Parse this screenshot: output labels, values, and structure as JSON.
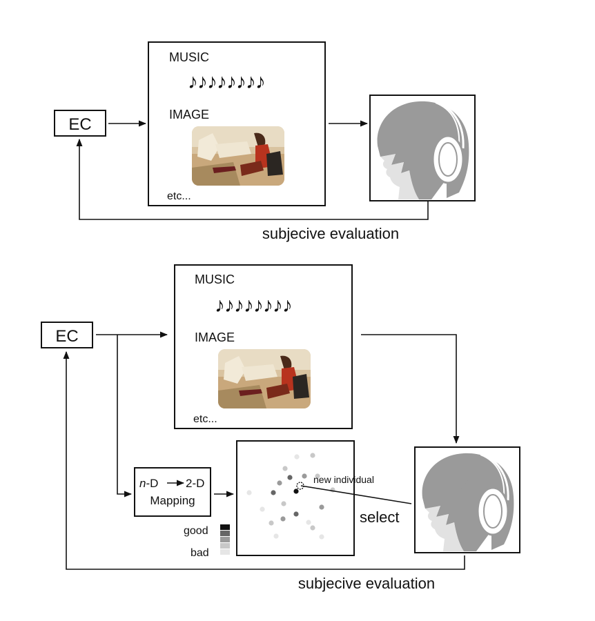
{
  "top_panel": {
    "ec_label": "EC",
    "media": {
      "music_label": "MUSIC",
      "notes": "♪♪♪♪♪♪♪♪",
      "image_label": "IMAGE",
      "etc_label": "etc..."
    },
    "feedback_label": "subjecive evaluation"
  },
  "bottom_panel": {
    "ec_label": "EC",
    "media": {
      "music_label": "MUSIC",
      "notes": "♪♪♪♪♪♪♪♪",
      "image_label": "IMAGE",
      "etc_label": "etc..."
    },
    "mapping": {
      "line1_italic": "n",
      "line1_rest_a": "-D",
      "line1_rest_b": "2-D",
      "line2": "Mapping"
    },
    "scatter": {
      "new_individual_label": "new individual"
    },
    "legend": {
      "good_label": "good",
      "bad_label": "bad",
      "shades": [
        "#111111",
        "#666666",
        "#9a9a9a",
        "#c8c8c8",
        "#e6e6e6"
      ]
    },
    "select_label": "select",
    "feedback_label": "subjecive evaluation"
  },
  "colors": {
    "stroke": "#111111",
    "head_gray": "#9a9a9a",
    "face_light": "#e2e2e2"
  },
  "icons": {
    "listener": "listener-headphones-icon",
    "image": "girl-reading-photo"
  }
}
